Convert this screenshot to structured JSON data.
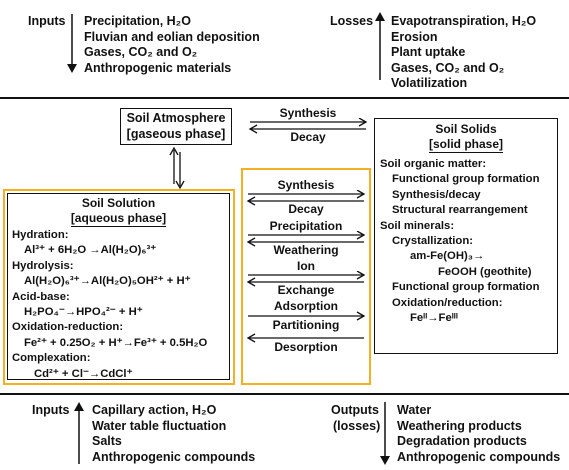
{
  "top": {
    "inputs_label": "Inputs",
    "inputs": [
      "Precipitation, H₂O",
      "Fluvian and eolian deposition",
      "Gases, CO₂ and O₂",
      "Anthropogenic materials"
    ],
    "losses_label": "Losses",
    "losses": [
      "Evapotranspiration, H₂O",
      "Erosion",
      "Plant uptake",
      "Gases, CO₂ and O₂",
      "Volatilization"
    ]
  },
  "atmosphere": {
    "title": "Soil Atmosphere",
    "subtitle": "[gaseous phase]"
  },
  "atm_solids_arrows": {
    "top": "Synthesis",
    "bottom": "Decay"
  },
  "solution": {
    "title": "Soil Solution",
    "subtitle": "[aqueous phase]",
    "lines": [
      {
        "text": "Hydration:",
        "indent": 0
      },
      {
        "text": "Al³⁺ + 6H₂O →Al(H₂O)₆³⁺",
        "indent": 1
      },
      {
        "text": "Hydrolysis:",
        "indent": 0
      },
      {
        "text": "Al(H₂O)₆³⁺→Al(H₂O)₅OH²⁺ + H⁺",
        "indent": 1
      },
      {
        "text": "Acid-base:",
        "indent": 0
      },
      {
        "text": "H₂PO₄⁻→HPO₄²⁻ + H⁺",
        "indent": 1
      },
      {
        "text": "Oxidation-reduction:",
        "indent": 0
      },
      {
        "text": "Fe²⁺ + 0.25O₂ + H⁺→Fe³⁺ + 0.5H₂O",
        "indent": 1
      },
      {
        "text": "Complexation:",
        "indent": 0
      },
      {
        "text": "Cd²⁺ + Cl⁻→CdCl⁺",
        "indent": 2
      }
    ]
  },
  "processes": [
    {
      "top": "Synthesis",
      "bottom": "Decay"
    },
    {
      "top": "Precipitation",
      "bottom": "Weathering"
    },
    {
      "top": "Ion",
      "bottom": "Exchange"
    },
    {
      "top": "Adsorption",
      "bottom": "Partitioning"
    },
    {
      "top": "",
      "bottom": "Desorption"
    }
  ],
  "solids": {
    "title": "Soil Solids",
    "subtitle": "[solid phase]",
    "lines": [
      {
        "text": "Soil organic matter:",
        "indent": 0
      },
      {
        "text": "Functional group formation",
        "indent": 1
      },
      {
        "text": "Synthesis/decay",
        "indent": 1
      },
      {
        "text": "Structural rearrangement",
        "indent": 1
      },
      {
        "text": "Soil minerals:",
        "indent": 0
      },
      {
        "text": "Crystallization:",
        "indent": 1
      },
      {
        "text": "am-Fe(OH)₃→",
        "indent": 2
      },
      {
        "text": "FeOOH (geothite)",
        "indent": 3
      },
      {
        "text": "Functional group formation",
        "indent": 1
      },
      {
        "text": "Oxidation/reduction:",
        "indent": 1
      },
      {
        "text": "Feᴵᴵ→Feᴵᴵᴵ",
        "indent": 2
      }
    ]
  },
  "bottom": {
    "inputs_label": "Inputs",
    "inputs": [
      "Capillary action, H₂O",
      "Water table fluctuation",
      "Salts",
      "Anthropogenic compounds"
    ],
    "outputs_label": "Outputs",
    "outputs_sub": "(losses)",
    "outputs": [
      "Water",
      "Weathering products",
      "Degradation products",
      "Anthropogenic compounds"
    ]
  },
  "colors": {
    "highlight_border": "#f4b020",
    "ink": "#111111"
  }
}
